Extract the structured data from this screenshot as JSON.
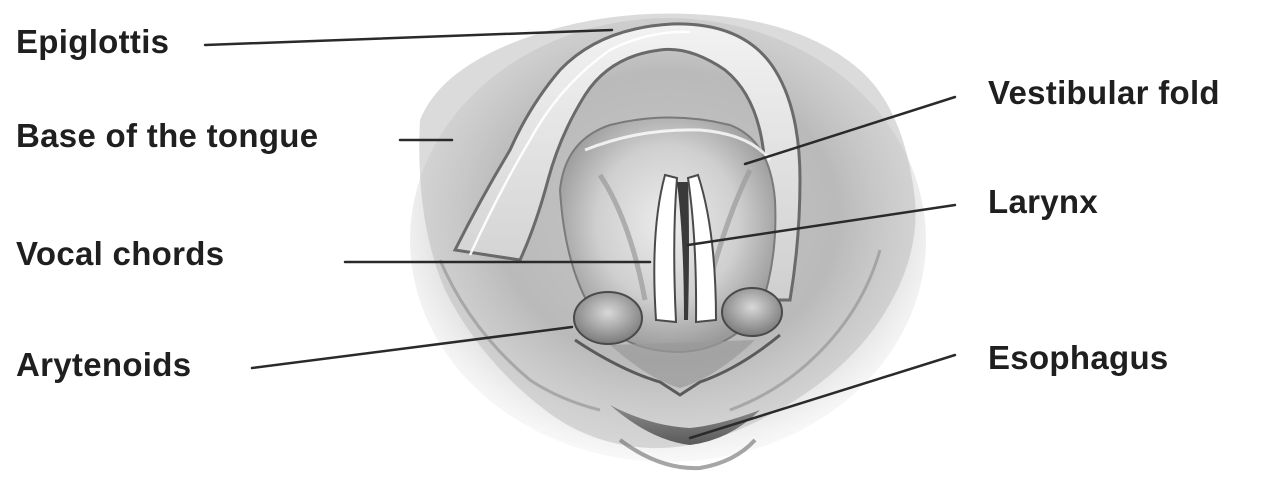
{
  "labels": {
    "epiglottis": "Epiglottis",
    "base_of_tongue": "Base of the tongue",
    "vocal_chords": "Vocal chords",
    "arytenoids": "Arytenoids",
    "vestibular_fold": "Vestibular fold",
    "larynx": "Larynx",
    "esophagus": "Esophagus"
  },
  "colors": {
    "text": "#1f1f1f",
    "leader_line": "#2a2a2a",
    "tissue_dark": "#8a8a8a",
    "tissue_light": "#e6e6e6"
  }
}
